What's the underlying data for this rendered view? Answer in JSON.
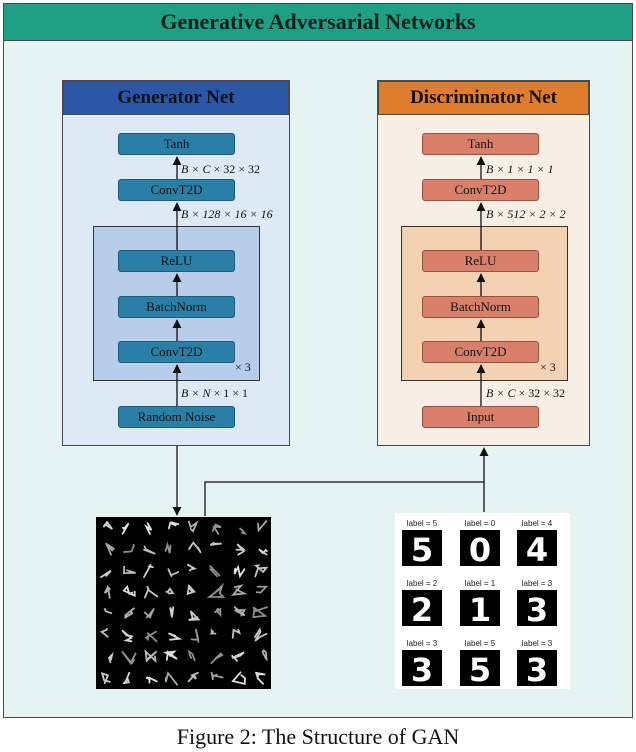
{
  "title": "Generative Adversarial Networks",
  "generator": {
    "title": "Generator Net",
    "blocks": [
      "Tanh",
      "ConvT2D",
      "ReLU",
      "BatchNorm",
      "ConvT2D",
      "Random Noise"
    ],
    "dims": [
      {
        "pre": "B × ",
        "var": "C",
        "post": " × 32 × 32"
      },
      {
        "pre": "B × 128 × 16 × 16",
        "var": "",
        "post": ""
      },
      {
        "pre": "B × ",
        "var": "N",
        "post": " × 1 × 1"
      }
    ],
    "repeat": "× 3"
  },
  "discriminator": {
    "title": "Discriminator Net",
    "blocks": [
      "Tanh",
      "ConvT2D",
      "ReLU",
      "BatchNorm",
      "ConvT2D",
      "Input"
    ],
    "dims": [
      {
        "pre": "B × 1 × 1 × 1",
        "var": "",
        "post": ""
      },
      {
        "pre": "B × 512 × 2 × 2",
        "var": "",
        "post": ""
      },
      {
        "pre": "B × ",
        "var": "C",
        "post": " × 32 × 32"
      }
    ],
    "repeat": "× 3"
  },
  "samples": {
    "labels": [
      "label = 5",
      "label = 0",
      "label = 4",
      "label = 2",
      "label = 1",
      "label = 3",
      "label = 3",
      "label = 5",
      "label = 3"
    ],
    "digits": [
      "5",
      "0",
      "4",
      "2",
      "1",
      "3",
      "3",
      "5",
      "3"
    ]
  },
  "caption": "Figure 2: The Structure of GAN",
  "colors": {
    "outer_header": "#1fa084",
    "generator_header": "#2c56a8",
    "discriminator_header": "#e07d2c",
    "generator_block": "#2a7fa6",
    "discriminator_block": "#d9806a"
  }
}
